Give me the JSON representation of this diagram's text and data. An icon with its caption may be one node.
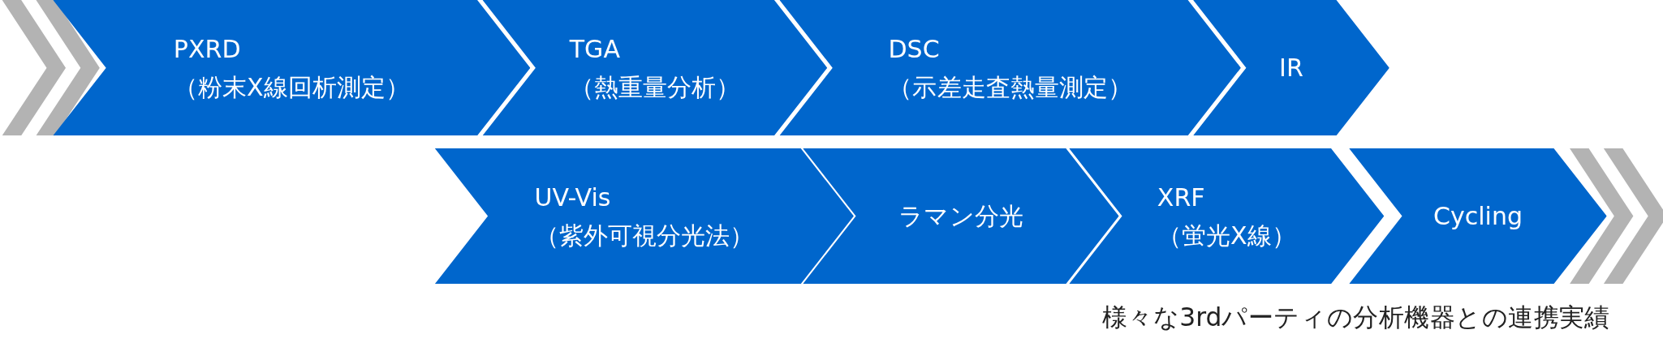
{
  "diagram": {
    "nodes": [
      {
        "text": [
          "PXRD",
          "（粉末X線回析測定）"
        ]
      },
      {
        "text": [
          "TGA",
          "（熱重量分析）"
        ]
      },
      {
        "text": [
          "DSC",
          "（示差走査熱量測定）"
        ]
      },
      {
        "text": [
          "IR"
        ]
      },
      {
        "text": [
          "UV-Vis",
          "（紫外可視分光法）"
        ]
      },
      {
        "text": [
          "ラマン分光"
        ]
      },
      {
        "text": [
          "XRF",
          "（蛍光X線）"
        ]
      },
      {
        "text": [
          "Cycling"
        ]
      }
    ],
    "labels": [
      "様々な3rdパーティの分析機器との連携実績"
    ]
  }
}
